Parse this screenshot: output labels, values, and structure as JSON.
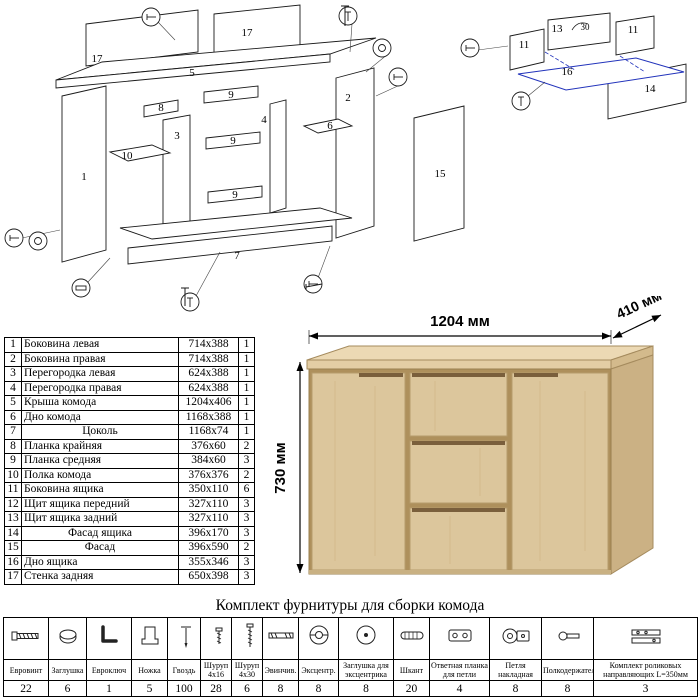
{
  "diagram": {
    "main": [
      "17",
      "5",
      "17",
      "8",
      "3",
      "10",
      "1",
      "9",
      "4",
      "2",
      "9",
      "9",
      "6",
      "15",
      "7"
    ],
    "detail": [
      "11",
      "13",
      "11",
      "16",
      "14",
      "30"
    ]
  },
  "render": {
    "width": "1204 мм",
    "depth": "410 мм",
    "height": "730 мм"
  },
  "parts": {
    "rows": [
      {
        "n": "1",
        "name": "Боковина левая",
        "size": "714x388",
        "qty": "1"
      },
      {
        "n": "2",
        "name": "Боковина правая",
        "size": "714x388",
        "qty": "1"
      },
      {
        "n": "3",
        "name": "Перегородка левая",
        "size": "624x388",
        "qty": "1"
      },
      {
        "n": "4",
        "name": "Перегородка правая",
        "size": "624x388",
        "qty": "1"
      },
      {
        "n": "5",
        "name": "Крыша комода",
        "size": "1204x406",
        "qty": "1"
      },
      {
        "n": "6",
        "name": "Дно комода",
        "size": "1168x388",
        "qty": "1"
      },
      {
        "n": "7",
        "name": "Цоколь",
        "size": "1168x74",
        "qty": "1"
      },
      {
        "n": "8",
        "name": "Планка крайняя",
        "size": "376x60",
        "qty": "2"
      },
      {
        "n": "9",
        "name": "Планка средняя",
        "size": "384x60",
        "qty": "3"
      },
      {
        "n": "10",
        "name": "Полка комода",
        "size": "376x376",
        "qty": "2"
      },
      {
        "n": "11",
        "name": "Боковина ящика",
        "size": "350x110",
        "qty": "6"
      },
      {
        "n": "12",
        "name": "Щит ящика передний",
        "size": "327x110",
        "qty": "3"
      },
      {
        "n": "13",
        "name": "Щит ящика задний",
        "size": "327x110",
        "qty": "3"
      },
      {
        "n": "14",
        "name": "Фасад ящика",
        "size": "396x170",
        "qty": "3"
      },
      {
        "n": "15",
        "name": "Фасад",
        "size": "396x590",
        "qty": "2"
      },
      {
        "n": "16",
        "name": "Дно ящика",
        "size": "355x346",
        "qty": "3"
      },
      {
        "n": "17",
        "name": "Стенка задняя",
        "size": "650x398",
        "qty": "3"
      }
    ]
  },
  "hardware": {
    "title": "Комплект фурнитуры для сборки комода",
    "items": [
      {
        "name": "Евровинт",
        "qty": "22"
      },
      {
        "name": "Заглушка",
        "qty": "6"
      },
      {
        "name": "Евроключ",
        "qty": "1"
      },
      {
        "name": "Ножка",
        "qty": "5"
      },
      {
        "name": "Гвоздь",
        "qty": "100"
      },
      {
        "name": "Шуруп 4x16",
        "qty": "28"
      },
      {
        "name": "Шуруп 4x30",
        "qty": "6"
      },
      {
        "name": "Эвинчив.",
        "qty": "8"
      },
      {
        "name": "Эксцентр.",
        "qty": "8"
      },
      {
        "name": "Заглушка для эксцентрика",
        "qty": "8"
      },
      {
        "name": "Шкант",
        "qty": "20"
      },
      {
        "name": "Ответная планка для петли",
        "qty": "4"
      },
      {
        "name": "Петля накладная",
        "qty": "8"
      },
      {
        "name": "Полкодержатель",
        "qty": "8"
      },
      {
        "name": "Комплект роликовых направляющих L=350мм",
        "qty": "3"
      }
    ]
  }
}
